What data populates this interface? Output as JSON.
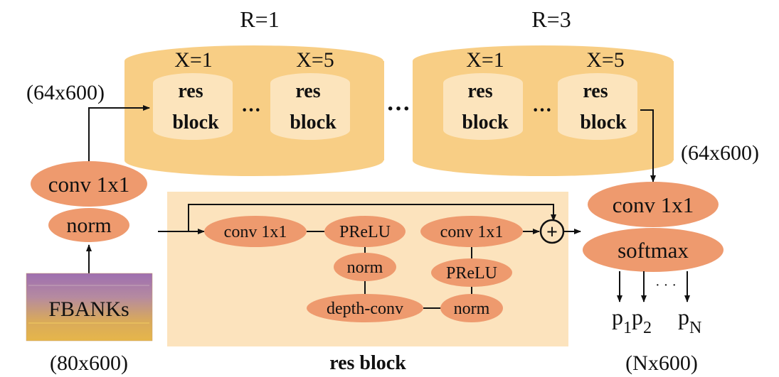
{
  "colors": {
    "node_fill": "#EE9A6E",
    "outer_cylinder": "#F8CE85",
    "inner_cylinder": "#FCE4BC",
    "resblock_panel": "#FCE3BD",
    "line": "#111111"
  },
  "labels": {
    "r1": "R=1",
    "r3": "R=3",
    "x1_a": "X=1",
    "x5_a": "X=5",
    "x1_b": "X=1",
    "x5_b": "X=5",
    "res": "res",
    "block": "block",
    "ellipsis": "…",
    "ellipsis_small": "···",
    "dim_input_top": "(64x600)",
    "dim_output_top": "(64x600)",
    "dim_input_bottom": "(80x600)",
    "dim_output_bottom": "(Nx600)",
    "conv1x1": "conv 1x1",
    "norm": "norm",
    "fbanks": "FBANKs",
    "softmax": "softmax",
    "prelu": "PReLU",
    "depth_conv": "depth-conv",
    "resblock_title": "res block",
    "p": "p",
    "sub1": "1",
    "sub2": "2",
    "subN": "N",
    "dots": "· · ·",
    "plus": "+"
  }
}
